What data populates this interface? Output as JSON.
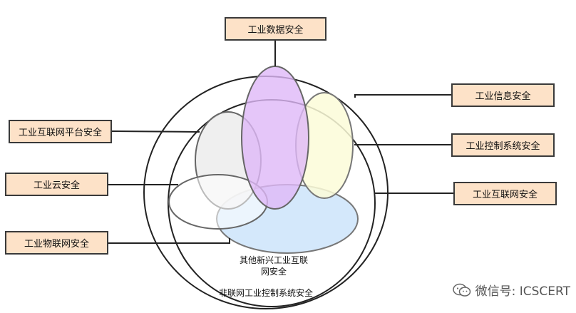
{
  "labels": {
    "top": "工业数据安全",
    "info": "工业信息安全",
    "ics": "工业控制系统安全",
    "internet": "工业互联网安全",
    "platform": "工业互联网平台安全",
    "cloud": "工业云安全",
    "iot": "工业物联网安全",
    "emerging_line1": "其他新兴工业互联",
    "emerging_line2": "网安全",
    "non_internet": "非联网工业控制系统安全"
  },
  "watermark": {
    "text": "微信号: ICSCERT",
    "icon": "wechat-icon"
  },
  "colors": {
    "box_fill": "#fde2c8",
    "purple": "#e3c3f9",
    "yellow": "#fbfbdb",
    "gray": "#efefef",
    "blue": "#cfe6fb",
    "white": "#ffffff",
    "stroke": "#222222"
  }
}
